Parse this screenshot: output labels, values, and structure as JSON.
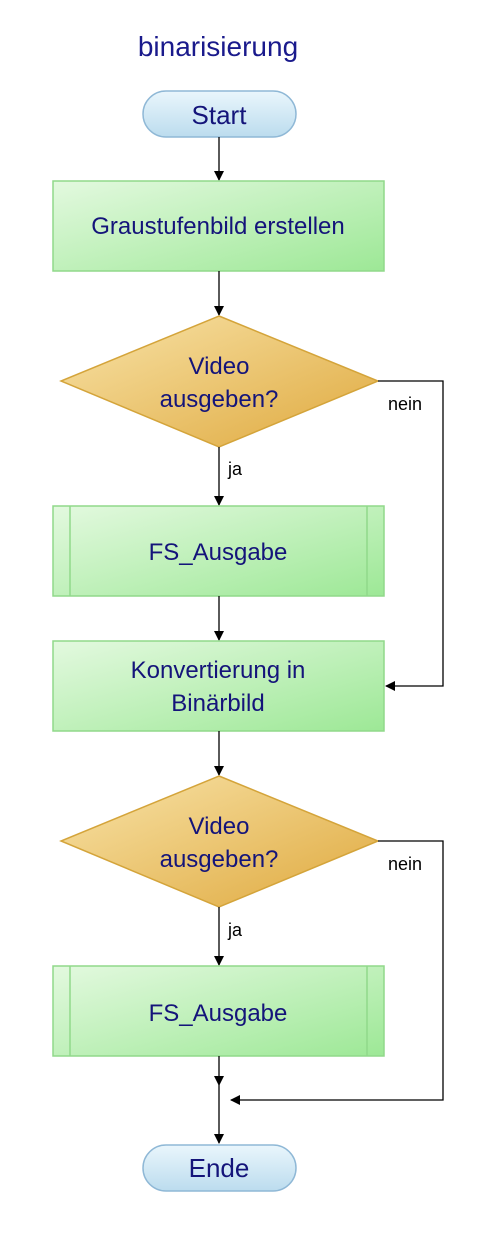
{
  "title": "binarisierung",
  "nodes": {
    "start": "Start",
    "grayscale": "Graustufenbild erstellen",
    "decision1_line1": "Video",
    "decision1_line2": "ausgeben?",
    "fs_output1": "FS_Ausgabe",
    "convert_line1": "Konvertierung in",
    "convert_line2": "Binärbild",
    "decision2_line1": "Video",
    "decision2_line2": "ausgeben?",
    "fs_output2": "FS_Ausgabe",
    "end": "Ende"
  },
  "edges": {
    "yes1": "ja",
    "no1": "nein",
    "yes2": "ja",
    "no2": "nein"
  },
  "colors": {
    "title_text": "#1a1a8c",
    "node_text": "#14147a",
    "terminal_fill": "#cfe8f5",
    "terminal_stroke": "#8fb8d6",
    "process_fill": "#c9f2c4",
    "process_stroke": "#90d98a",
    "decision_fill": "#f0c96a",
    "decision_stroke": "#d4a43a",
    "connector": "#000000"
  }
}
